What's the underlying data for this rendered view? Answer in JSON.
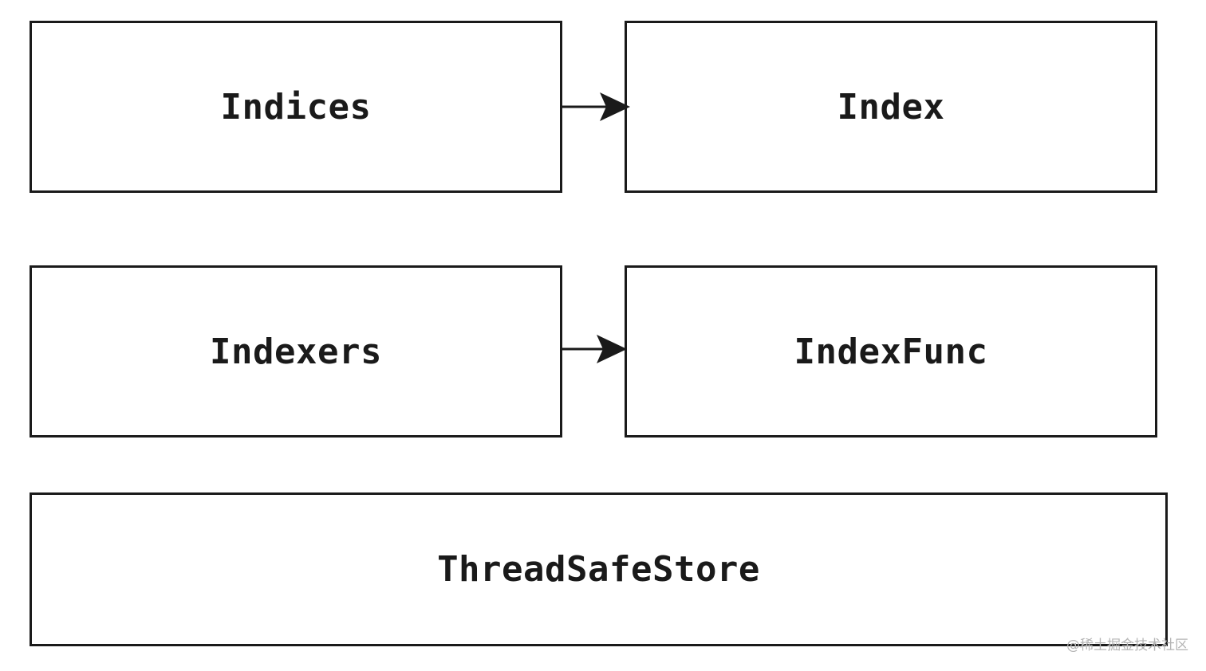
{
  "nodes": {
    "indices": "Indices",
    "index": "Index",
    "indexers": "Indexers",
    "indexfunc": "IndexFunc",
    "store": "ThreadSafeStore"
  },
  "edges": [
    {
      "from": "Indices",
      "to": "Index"
    },
    {
      "from": "Indexers",
      "to": "IndexFunc"
    }
  ],
  "watermark": "@稀土掘金技术社区",
  "colors": {
    "stroke": "#1a1a1a",
    "background": "#ffffff",
    "watermark": "#b5b5b5"
  }
}
